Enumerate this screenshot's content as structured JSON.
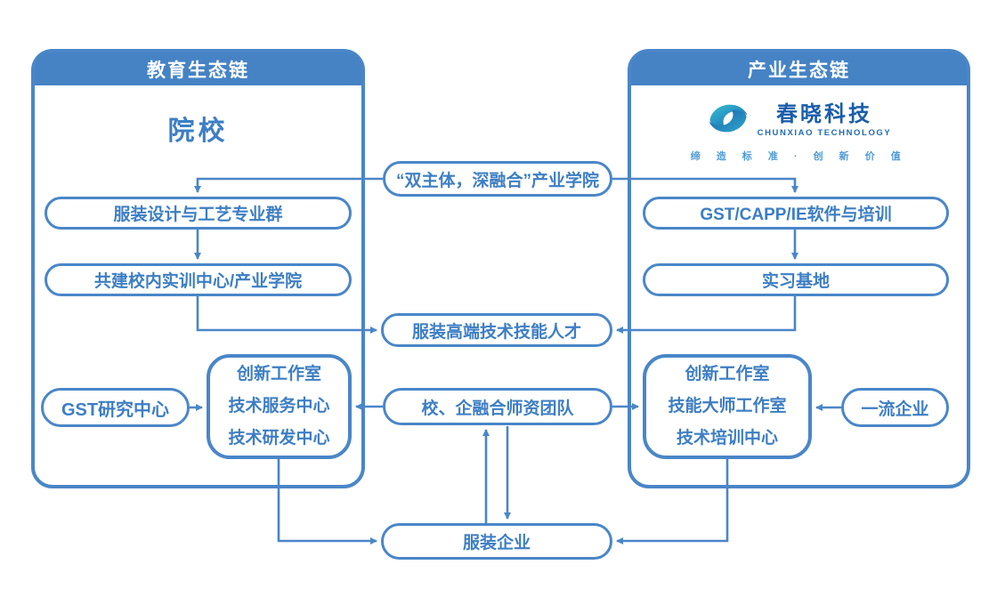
{
  "diagram": {
    "left_panel": {
      "header": "教育生态链",
      "title": "院校",
      "design_group": "服装设计与工艺专业群",
      "training_center": "共建校内实训中心/产业学院",
      "gst_research": "GST研究中心",
      "innovation_lines": [
        "创新工作室",
        "技术服务中心",
        "技术研发中心"
      ]
    },
    "right_panel": {
      "header": "产业生态链",
      "logo": {
        "icon": "swirl-eye-logo",
        "name": "春晓科技",
        "name_en": "CHUNXIAO TECHNOLOGY",
        "tagline": "缔 造 标 准 · 创 新 价 值"
      },
      "software_training": "GST/CAPP/IE软件与培训",
      "internship_base": "实习基地",
      "innovation_lines": [
        "创新工作室",
        "技能大师工作室",
        "技术培训中心"
      ],
      "first_class": "一流企业"
    },
    "middle": {
      "dual_subject": "“双主体，深融合”产业学院",
      "talents": "服装高端技术技能人才",
      "teacher_team": "校、企融合师资团队",
      "garment_enterprise": "服装企业"
    },
    "colors": {
      "panel_blue": "#4583C5",
      "line_blue": "#4A86C8",
      "text_blue": "#3D7EC4",
      "logo_dark_blue": "#1A5DAB",
      "logo_teal": "#35C2D4"
    }
  }
}
